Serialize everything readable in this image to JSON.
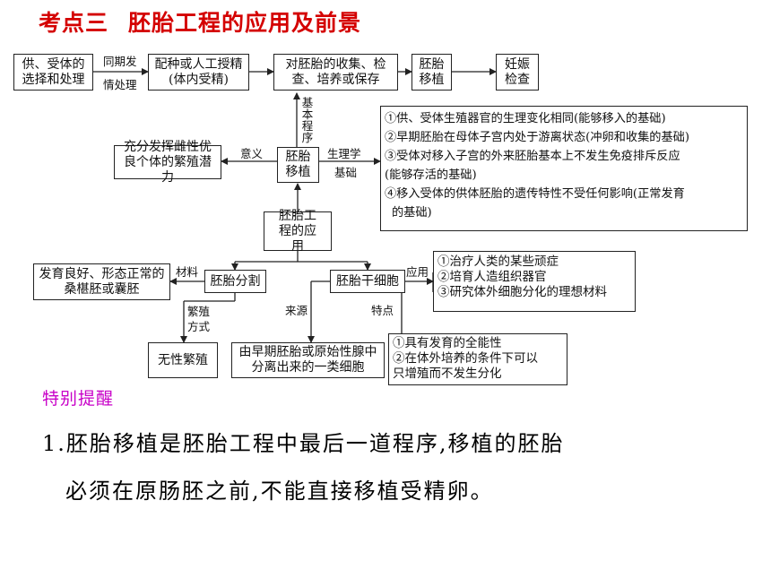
{
  "title": {
    "part1": "考点三",
    "part2": "胚胎工程的应用及前景"
  },
  "flow": {
    "box1": "供、受体的选择和处理",
    "arrow1_top": "同期发",
    "arrow1_bottom": "情处理",
    "box2": "配种或人工授精(体内受精)",
    "box3": "对胚胎的收集、检查、培养或保存",
    "box4": "胚胎移植",
    "box5": "妊娠检查"
  },
  "center": {
    "transfer": "胚胎移植",
    "basic_procedure": "基本程序",
    "significance_label": "意义",
    "significance": "充分发挥雌性优良个体的繁殖潜力",
    "physiology_label_1": "生理学",
    "physiology_label_2": "基础",
    "basis": [
      "①供、受体生殖器官的生理变化相同(能够移入的基础)",
      "②早期胚胎在母体子宫内处于游离状态(冲卵和收集的基础)",
      "③受体对移入子宫的外来胚胎基本上不发生免疫排斥反应",
      "(能够存活的基础)",
      "④移入受体的供体胚胎的遗传特性不受任何影响(正常发育",
      "的基础)"
    ],
    "application": "胚胎工程的应用"
  },
  "split": {
    "label": "胚胎分割",
    "material_label": "材料",
    "material": "发育良好、形态正常的桑椹胚或囊胚",
    "method_label": "繁殖方式",
    "method": "无性繁殖"
  },
  "stem": {
    "label": "胚胎干细胞",
    "apply_label": "应用",
    "apply": [
      "①治疗人类的某些顽症",
      "②培育人造组织器官",
      "③研究体外细胞分化的理想材料"
    ],
    "source_label": "来源",
    "source": "由早期胚胎或原始性腺中分离出来的一类细胞",
    "feature_label": "特点",
    "feature": [
      "①具有发育的全能性",
      "②在体外培养的条件下可以",
      "只增殖而不发生分化"
    ]
  },
  "reminder": "特别提醒",
  "note_line1": "1.胚胎移植是胚胎工程中最后一道程序,移植的胚胎",
  "note_line2": "必须在原肠胚之前,不能直接移植受精卵。"
}
